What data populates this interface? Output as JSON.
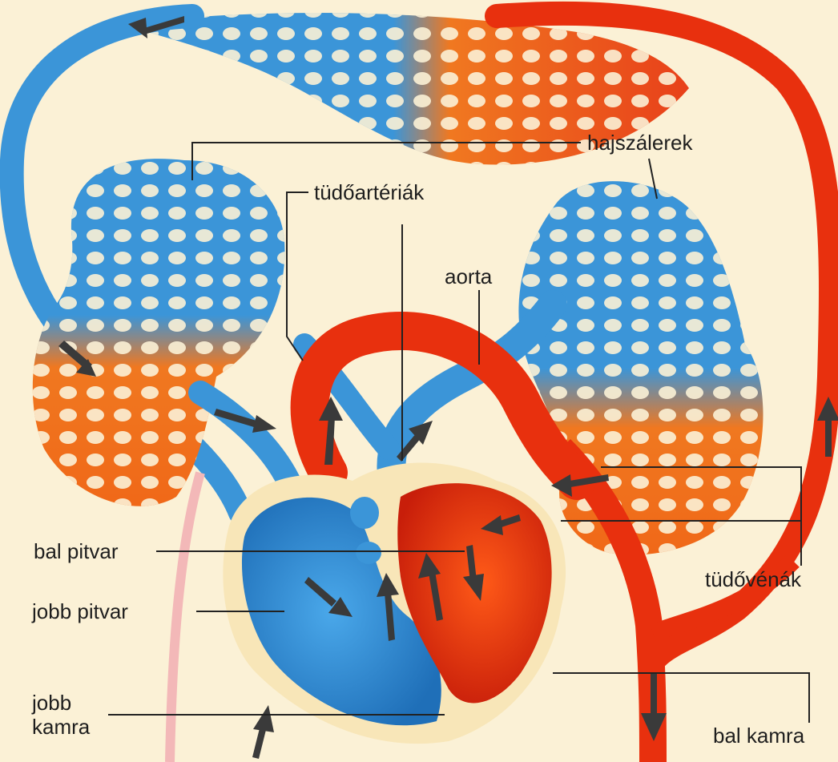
{
  "labels": {
    "capillaries": "hajszálerek",
    "pulmonary_arteries": "tüdőartériák",
    "aorta": "aorta",
    "left_atrium": "bal pitvar",
    "right_atrium": "jobb pitvar",
    "pulmonary_veins": "tüdővénák",
    "right_ventricle": "jobb\nkamra",
    "left_ventricle": "bal kamra"
  },
  "colors": {
    "background": "#fbf1d6",
    "deoxygenated_blood": "#3b95d8",
    "oxygenated_blood": "#e8300e",
    "capillary_orange": "#f07820",
    "heart_wall": "#f8e6b8",
    "arrow": "#3a3a3a",
    "leader_line": "#222222",
    "label_text": "#1e1e1e"
  }
}
